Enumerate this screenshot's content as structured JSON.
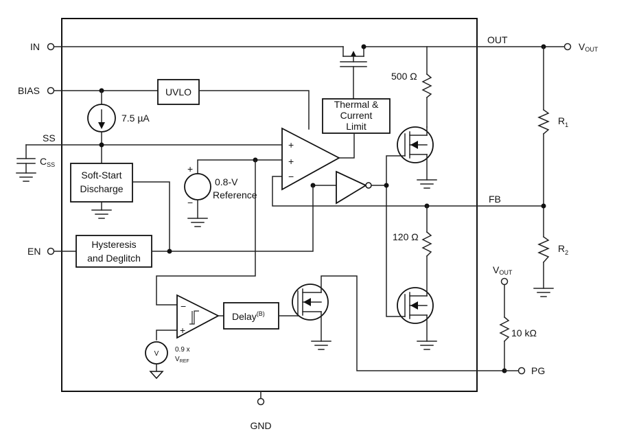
{
  "pins": {
    "in": "IN",
    "bias": "BIAS",
    "ss": "SS",
    "en": "EN",
    "gnd": "GND",
    "pg": "PG",
    "out": "OUT",
    "fb": "FB"
  },
  "labels": {
    "vout_main": "V",
    "vout_main_sub": "OUT",
    "vout_pullup": "V",
    "vout_pullup_sub": "OUT",
    "r1": "R",
    "r1_sub": "1",
    "r2": "R",
    "r2_sub": "2",
    "css": "C",
    "css_sub": "SS",
    "current_source": "7.5 µA",
    "res_500": "500 Ω",
    "res_120": "120 Ω",
    "res_10k": "10 kΩ",
    "ref_line1": "0.8-V",
    "ref_line2": "Reference",
    "vref_scale": "0.9 x",
    "vref_v": "V",
    "vref_sub": "REF",
    "volt_src": "V",
    "plus": "+",
    "minus": "−"
  },
  "blocks": {
    "uvlo": "UVLO",
    "thermal_line1": "Thermal &",
    "thermal_line2": "Current",
    "thermal_line3": "Limit",
    "softstart_line1": "Soft-Start",
    "softstart_line2": "Discharge",
    "hyst_line1": "Hysteresis",
    "hyst_line2": "and Deglitch",
    "delay": "Delay",
    "delay_note": "(B)"
  }
}
